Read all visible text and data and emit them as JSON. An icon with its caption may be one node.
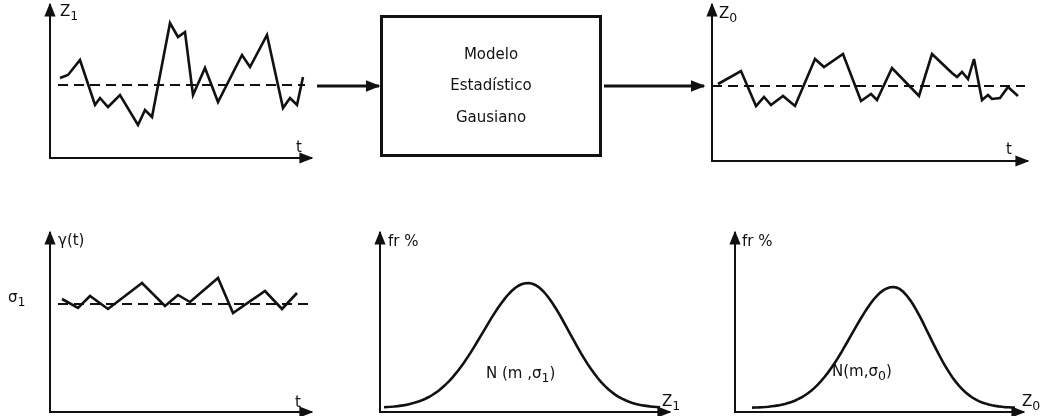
{
  "diagram": {
    "nodes": [
      {
        "text": [],
        "shape": "picture"
      },
      {
        "text": [
          "Modelo Estadístico Gausiano"
        ]
      },
      {
        "text": [],
        "shape": "picture"
      }
    ],
    "edges": [
      {
        "from": 0,
        "to": 1,
        "arrow": "to"
      },
      {
        "from": 1,
        "to": 2,
        "arrow": "to"
      }
    ],
    "labels": [
      "Z$_{1}$",
      "t",
      "Z$_{0}$",
      "t",
      "γ(t)",
      "σ$_{1}$",
      "t",
      "fr %",
      "N (m ,σ$_{1}$)",
      "Z$_{1}$",
      "fr %",
      "N(m,σ$_{0}$)",
      "Z$_{0}$"
    ]
  }
}
